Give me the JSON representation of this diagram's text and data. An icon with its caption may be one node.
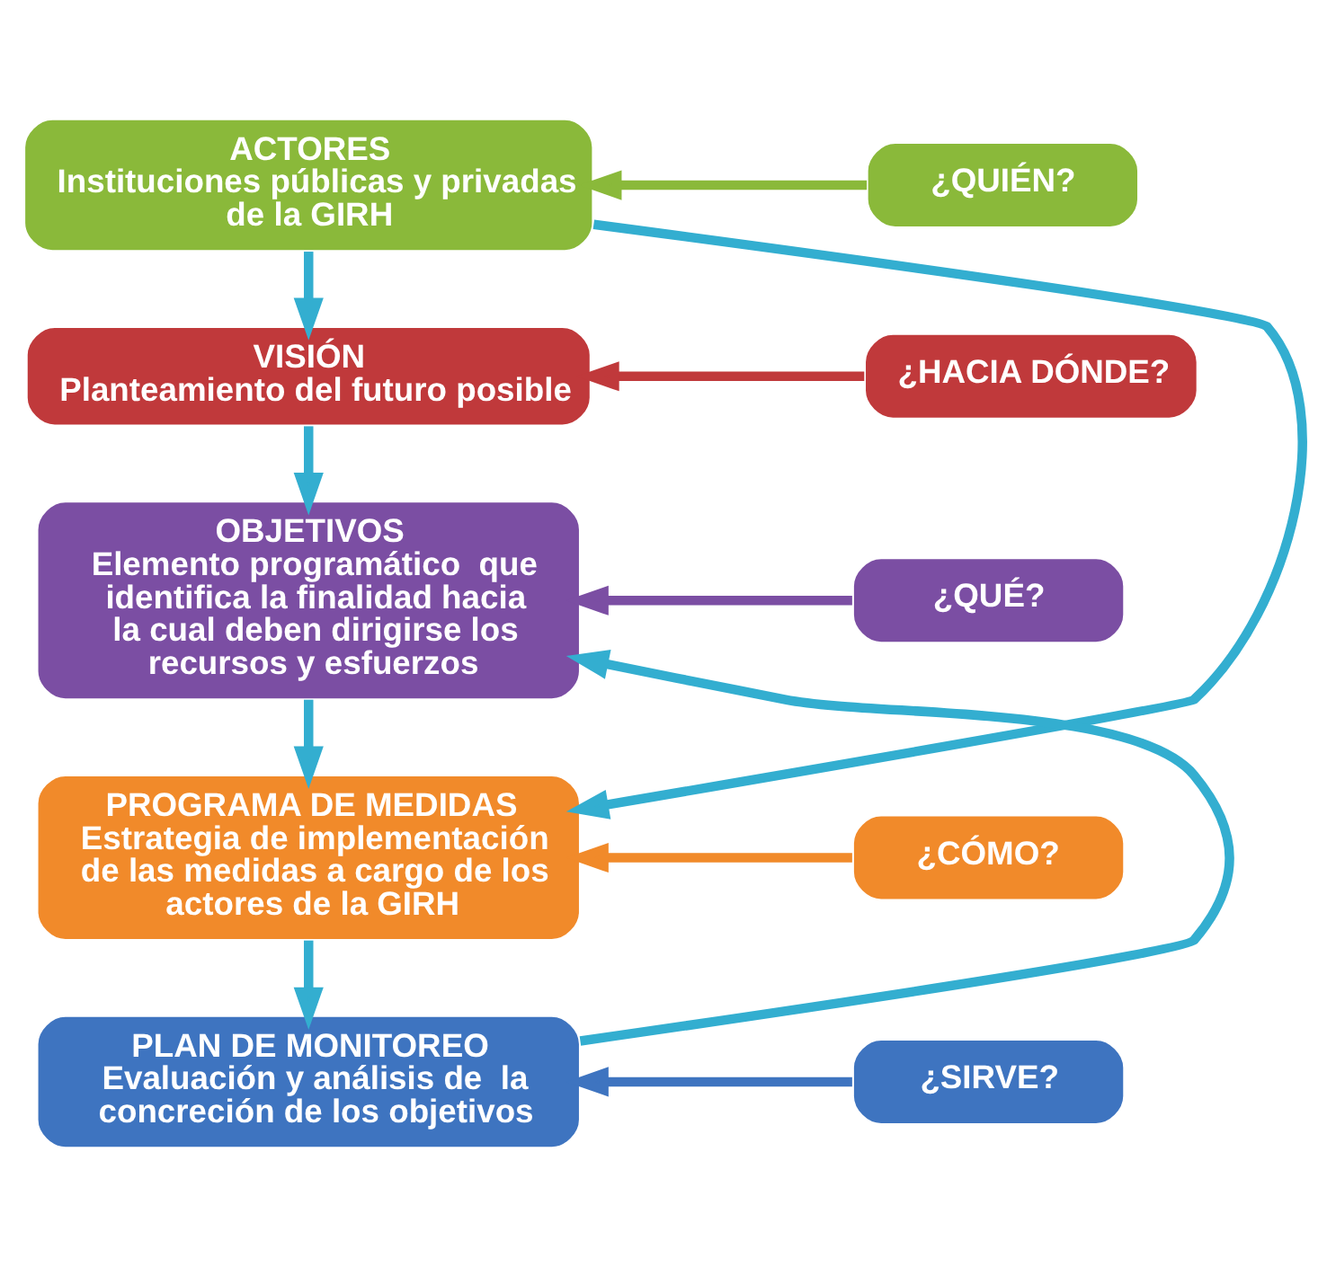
{
  "diagram": {
    "nodes": [
      {
        "text": [
          "ACTORES",
          "Instituciones públicas y privadas de la GIRH"
        ]
      },
      {
        "text": [
          "VISIÓN",
          "Planteamiento del futuro posible"
        ]
      },
      {
        "text": [
          "OBJETIVOS",
          "Elemento programático  que identifica la finalidad hacia la cual deben dirigirse los recursos y esfuerzos"
        ]
      },
      {
        "text": [
          "PROGRAMA DE MEDIDAS",
          "Estrategia de implementación de las medidas a cargo de los actores de la GIRH"
        ]
      },
      {
        "text": [
          "PLAN DE MONITOREO",
          "Evaluación y análisis de  la concreción de los objetivos"
        ]
      },
      {
        "text": [
          "¿QUIÉN?"
        ]
      },
      {
        "text": [
          "¿HACIA DÓNDE?"
        ]
      },
      {
        "text": [
          "¿QUÉ?"
        ]
      },
      {
        "text": [
          "¿CÓMO?"
        ]
      },
      {
        "text": [
          "¿SIRVE?"
        ]
      }
    ],
    "edges": [
      {
        "from": 0,
        "to": 1,
        "arrow": "to"
      },
      {
        "from": 1,
        "to": 2,
        "arrow": "to"
      },
      {
        "from": 2,
        "to": 3,
        "arrow": "to"
      },
      {
        "from": 3,
        "to": 4,
        "arrow": "to"
      },
      {
        "from": 5,
        "to": 0,
        "arrow": "to",
        "color": "#8ab93a"
      },
      {
        "from": 6,
        "to": 1,
        "arrow": "to",
        "color": "#c0393b"
      },
      {
        "from": 7,
        "to": 2,
        "arrow": "to",
        "color": "#7b4ea3"
      },
      {
        "from": 8,
        "to": 3,
        "arrow": "to",
        "color": "#f18a2a"
      },
      {
        "from": 9,
        "to": 4,
        "arrow": "to",
        "color": "#3e74c0"
      },
      {
        "from": 0,
        "to": 3,
        "arrow": "to"
      },
      {
        "from": 4,
        "to": 2,
        "arrow": "to"
      }
    ]
  }
}
